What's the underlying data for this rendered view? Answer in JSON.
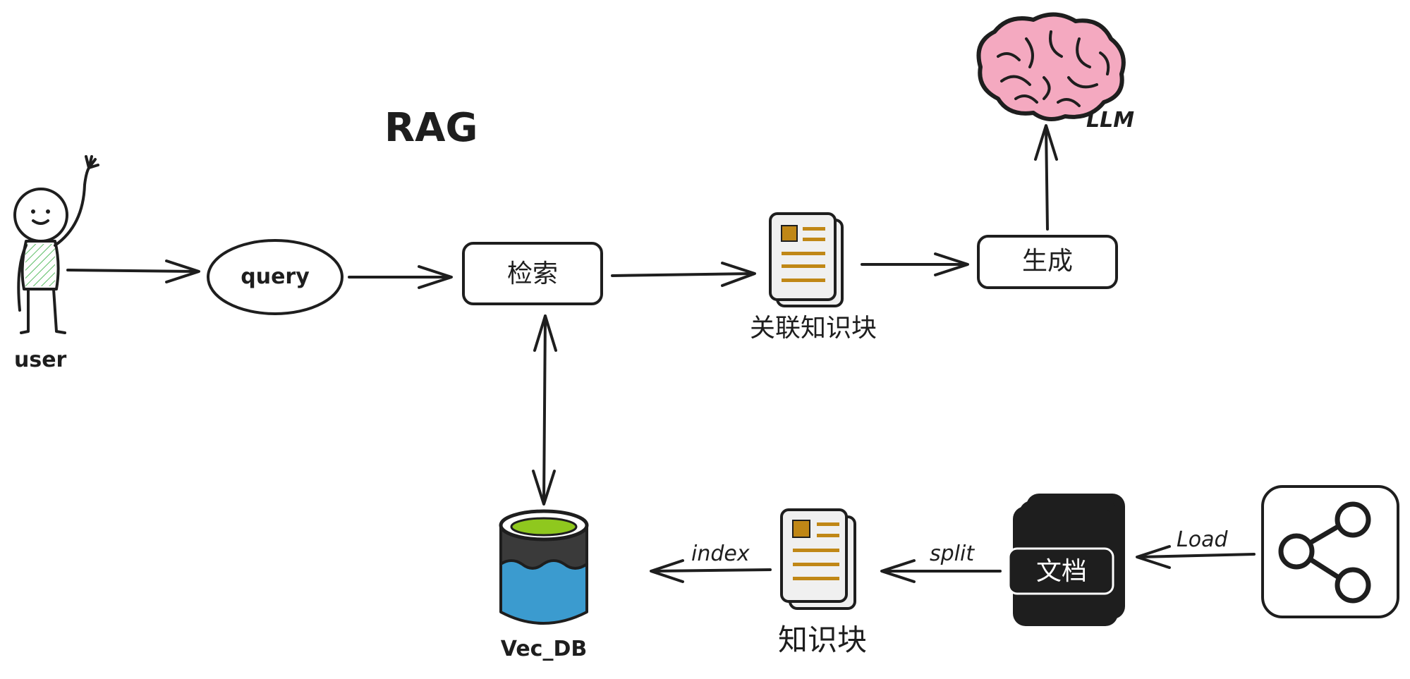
{
  "title": "RAG",
  "nodes": {
    "user": {
      "label": "user"
    },
    "query": {
      "label": "query"
    },
    "retrieve": {
      "label": "检索"
    },
    "related_chunks": {
      "label": "关联知识块"
    },
    "generate": {
      "label": "生成"
    },
    "llm": {
      "label": "LLM"
    },
    "vec_db": {
      "label": "Vec_DB"
    },
    "chunks": {
      "label": "知识块"
    },
    "docs": {
      "label": "文档"
    },
    "source": {
      "icon": "share-icon"
    }
  },
  "edges": {
    "load": "Load",
    "split": "split",
    "index": "index"
  },
  "colors": {
    "ink": "#1e1e1e",
    "brain": "#f4a9c0",
    "db_top": "#8fc81e",
    "db_water": "#3b9bcf",
    "doc_accent": "#c08716",
    "shirt": "#3fb24a"
  }
}
